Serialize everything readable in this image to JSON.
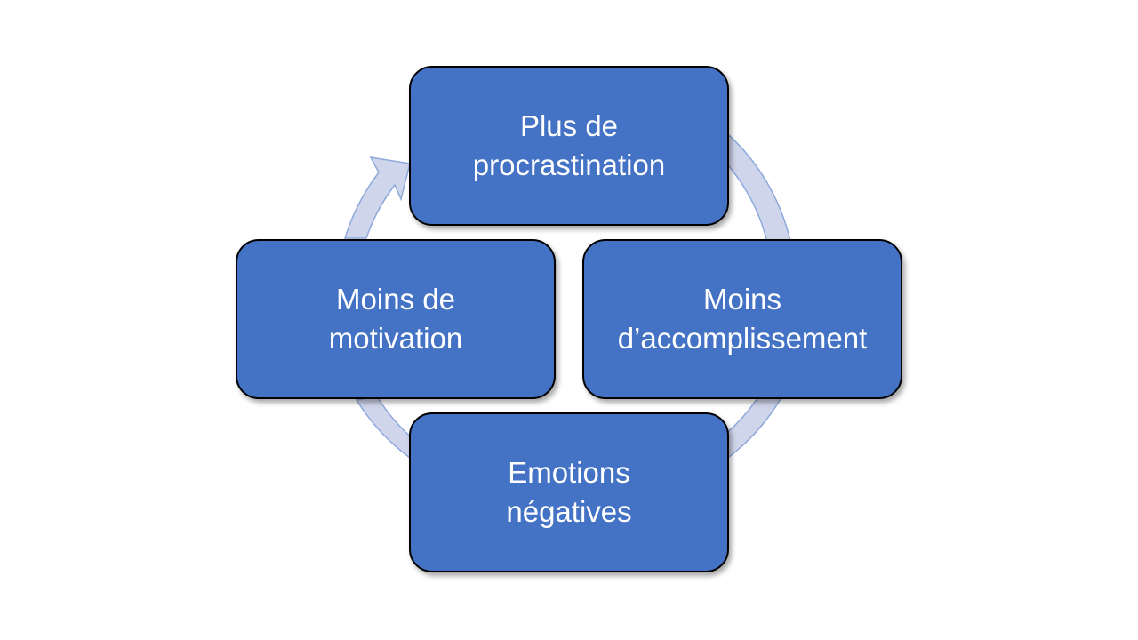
{
  "diagram": {
    "type": "cycle",
    "colors": {
      "box_fill": "#4472c4",
      "box_border": "#000000",
      "box_text": "#ffffff",
      "arrow_fill": "#cfd5ea",
      "arrow_stroke": "#8faadc"
    },
    "nodes": [
      {
        "id": "top",
        "label": "Plus de\nprocrastination"
      },
      {
        "id": "right",
        "label": "Moins\nd’accomplissement"
      },
      {
        "id": "bottom",
        "label": "Emotions\nnégatives"
      },
      {
        "id": "left",
        "label": "Moins de\nmotivation"
      }
    ],
    "direction": "clockwise"
  }
}
